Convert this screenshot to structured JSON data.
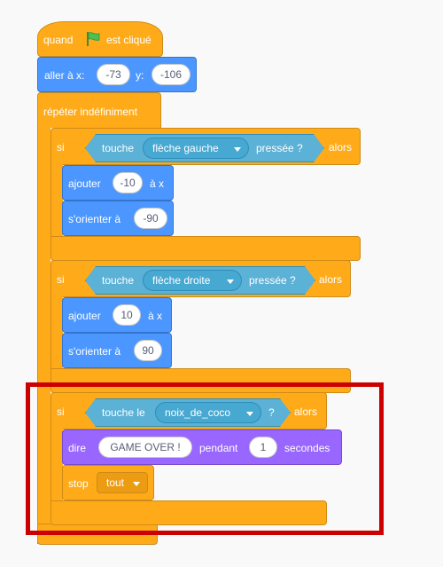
{
  "script": {
    "hat": {
      "label_before": "quand",
      "flag_icon": "green-flag-icon",
      "label_after": "est cliqué"
    },
    "goto": {
      "label": "aller à x:",
      "x_value": "-73",
      "y_label": "y:",
      "y_value": "-106"
    },
    "forever": {
      "label": "répéter indéfiniment"
    },
    "if_left": {
      "si": "si",
      "alors": "alors",
      "cond_prefix": "touche",
      "key": "flèche gauche",
      "cond_suffix": "pressée ?",
      "change": {
        "label": "ajouter",
        "value": "-10",
        "suffix": "à x"
      },
      "point": {
        "label": "s'orienter à",
        "value": "-90"
      }
    },
    "if_right": {
      "si": "si",
      "alors": "alors",
      "cond_prefix": "touche",
      "key": "flèche droite",
      "cond_suffix": "pressée ?",
      "change": {
        "label": "ajouter",
        "value": "10",
        "suffix": "à x"
      },
      "point": {
        "label": "s'orienter à",
        "value": "90"
      }
    },
    "if_touch": {
      "si": "si",
      "alors": "alors",
      "cond_prefix": "touche le",
      "sprite": "noix_de_coco",
      "cond_suffix": "?",
      "say": {
        "label": "dire",
        "message": "GAME OVER !",
        "mid": "pendant",
        "secs": "1",
        "suffix": "secondes"
      },
      "stop": {
        "label": "stop",
        "option": "tout"
      }
    }
  },
  "colors": {
    "events": "#ffab19",
    "control": "#ffab19",
    "motion": "#4c97ff",
    "looks": "#9966ff",
    "sensing": "#5cb1d6",
    "highlight": "#cc0000"
  }
}
